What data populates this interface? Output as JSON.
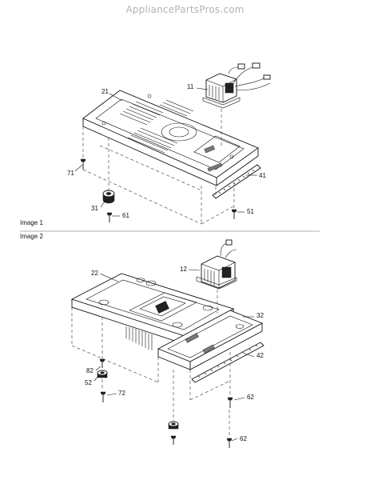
{
  "watermark": "AppliancePartsPros.com",
  "sections": [
    {
      "label": "Image 1"
    },
    {
      "label": "Image 2"
    }
  ],
  "callouts": {
    "c11": "11",
    "c21": "21",
    "c71": "71",
    "c41": "41",
    "c31": "31",
    "c61": "61",
    "c51": "51",
    "c12": "12",
    "c22": "22",
    "c32": "32",
    "c42": "42",
    "c82": "82",
    "c52": "52",
    "c72": "72",
    "c62a": "62",
    "c62b": "62"
  }
}
